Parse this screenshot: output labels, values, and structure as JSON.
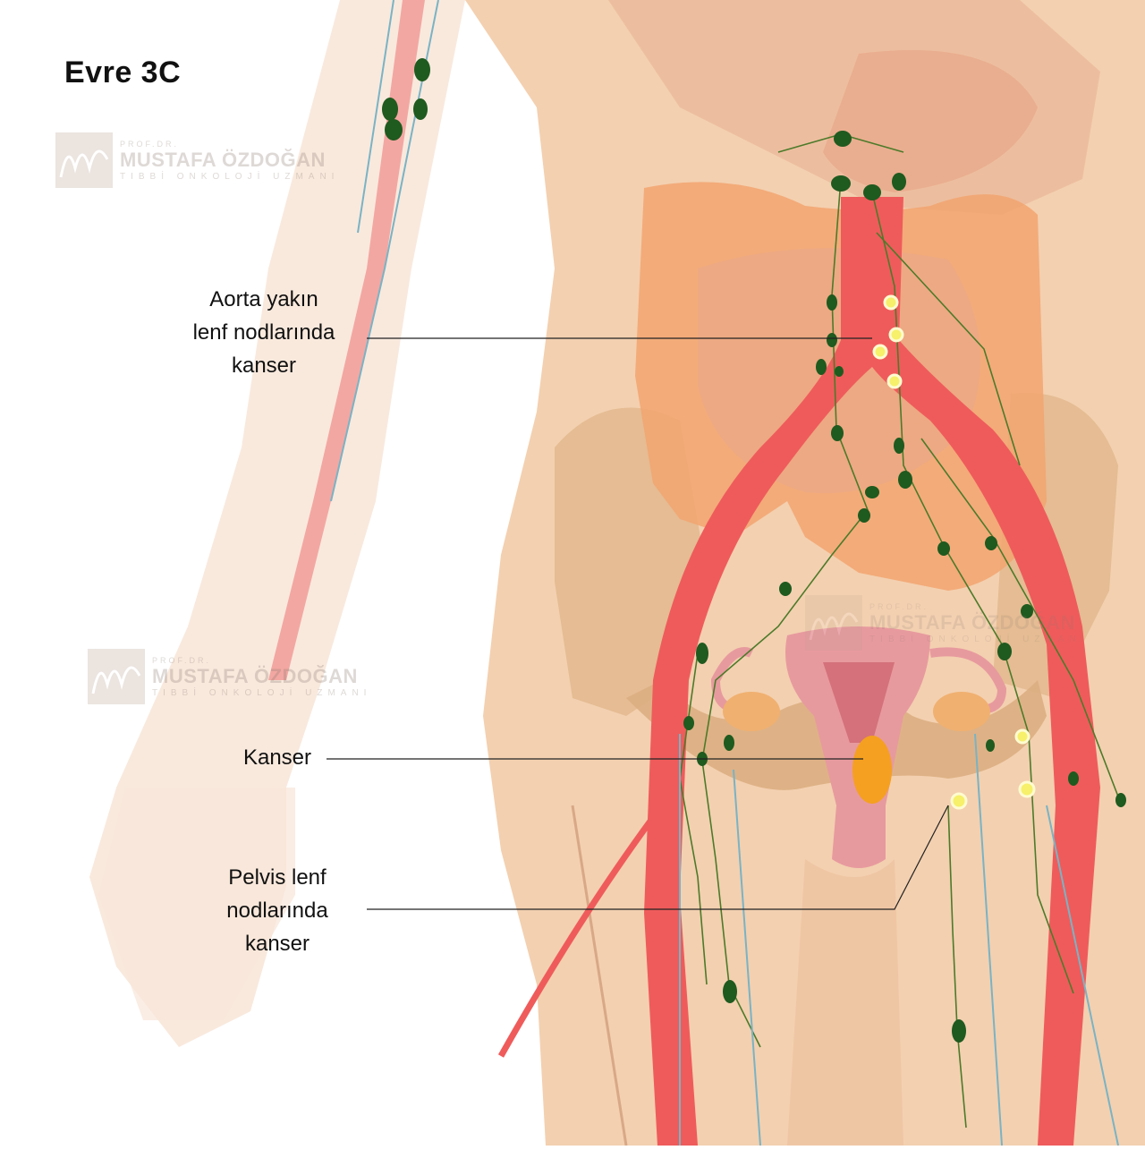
{
  "title": "Evre 3C",
  "labels": {
    "aorta": [
      "Aorta yakın",
      "lenf nodlarında",
      "kanser"
    ],
    "kanser": "Kanser",
    "pelvis": [
      "Pelvis lenf",
      "nodlarında",
      "kanser"
    ]
  },
  "watermark": {
    "prefix": "PROF.DR.",
    "name": "MUSTAFA ÖZDOĞAN",
    "title": "TIBBİ ONKOLOJİ UZMANI"
  },
  "colors": {
    "artery": "#ef5b5b",
    "lymph_node": "#1f5a1f",
    "cancer_node": "#f6f06a",
    "skin": "#f3d0b0",
    "bowel": "#f2a470",
    "uterus": "#e79a9e"
  }
}
